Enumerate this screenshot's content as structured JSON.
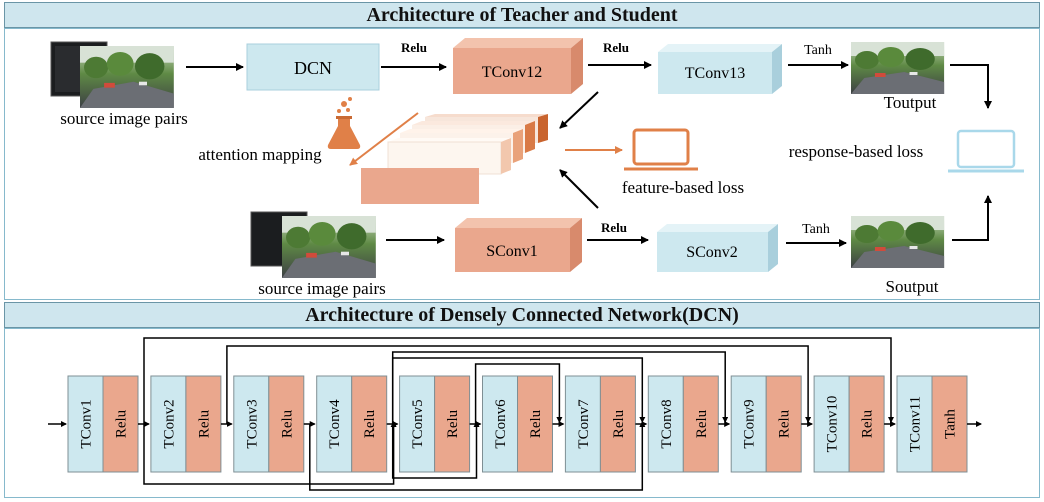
{
  "top": {
    "title": "Architecture of Teacher and Student",
    "source_label_teacher": "source image pairs",
    "source_label_student": "source image pairs",
    "dcn": "DCN",
    "tconv12": "TConv12",
    "tconv13": "TConv13",
    "sconv1": "SConv1",
    "sconv2": "SConv2",
    "relu_1": "Relu",
    "relu_2": "Relu",
    "relu_3": "Relu",
    "tanh_t": "Tanh",
    "tanh_s": "Tanh",
    "toutput": "Toutput",
    "soutput": "Soutput",
    "attention": "attention mapping",
    "feature_loss": "feature-based loss",
    "response_loss": "response-based loss"
  },
  "bottom": {
    "title": "Architecture of Densely Connected Network(DCN)",
    "blocks": [
      {
        "conv": "TConv1",
        "act": "Relu"
      },
      {
        "conv": "TConv2",
        "act": "Relu"
      },
      {
        "conv": "TConv3",
        "act": "Relu"
      },
      {
        "conv": "TConv4",
        "act": "Relu"
      },
      {
        "conv": "TConv5",
        "act": "Relu"
      },
      {
        "conv": "TConv6",
        "act": "Relu"
      },
      {
        "conv": "TConv7",
        "act": "Relu"
      },
      {
        "conv": "TConv8",
        "act": "Relu"
      },
      {
        "conv": "TConv9",
        "act": "Relu"
      },
      {
        "conv": "TConv10",
        "act": "Relu"
      },
      {
        "conv": "TConv11",
        "act": "Tanh"
      }
    ]
  },
  "colors": {
    "blue_box": "#cde8ef",
    "salmon_box": "#eaa78d",
    "orange_accent": "#e08048",
    "laptop_blue": "#a9d8ea"
  },
  "icons": [
    "flask-icon",
    "laptop-icon",
    "laptop-outline-icon",
    "road-scene-image"
  ]
}
